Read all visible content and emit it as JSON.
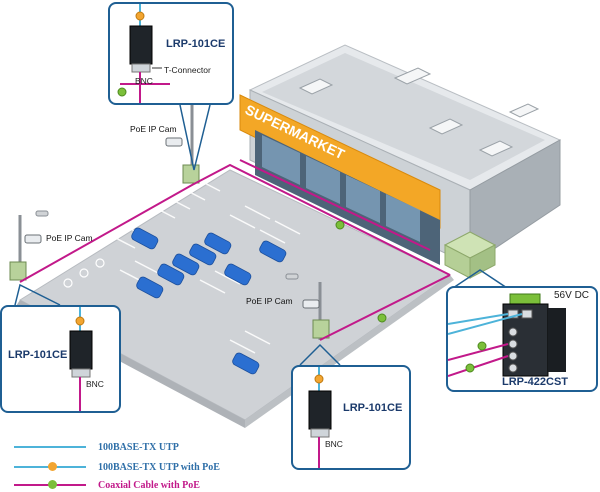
{
  "building": {
    "sign": "SUPERMARKET"
  },
  "cameras": [
    {
      "label": "PoE IP Cam"
    },
    {
      "label": "PoE IP Cam"
    },
    {
      "label": "PoE IP Cam"
    }
  ],
  "callouts": {
    "top": {
      "model": "LRP-101CE",
      "bnc": "BNC",
      "t_connector": "T-Connector"
    },
    "left": {
      "model": "LRP-101CE",
      "bnc": "BNC"
    },
    "bottom": {
      "model": "LRP-101CE",
      "bnc": "BNC"
    },
    "right": {
      "model": "LRP-422CST",
      "power": "56V DC"
    }
  },
  "legend": [
    {
      "text": "100BASE-TX UTP",
      "line_color": "#4db3d9",
      "dot": false,
      "text_color": "#2f6fa8"
    },
    {
      "text": "100BASE-TX UTP with PoE",
      "line_color": "#4db3d9",
      "dot": true,
      "dot_color": "#f2a531",
      "text_color": "#2f6fa8"
    },
    {
      "text": "Coaxial Cable with PoE",
      "line_color": "#c2198a",
      "dot": true,
      "dot_color": "#7bbf3a",
      "text_color": "#c2198a"
    }
  ],
  "colors": {
    "utp": "#4db3d9",
    "coax": "#c2198a",
    "poe_orange": "#f2a531",
    "poe_green": "#7bbf3a",
    "callout_border": "#1f5f93",
    "car": "#2b6fd1"
  }
}
